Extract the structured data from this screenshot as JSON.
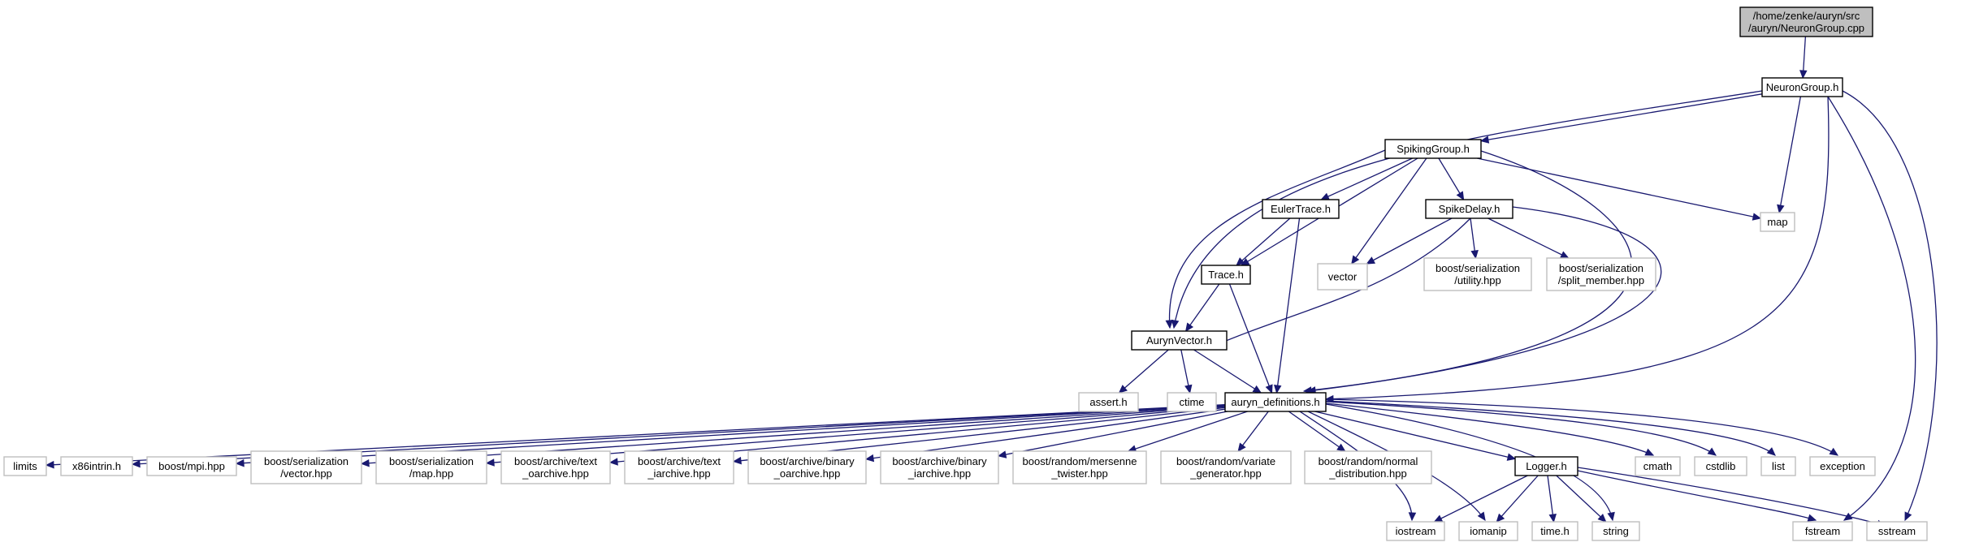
{
  "diagram": {
    "colors": {
      "edge": "#191970",
      "root_fill": "#bfbfbf",
      "local_border": "#000000",
      "system_border": "#bfbfbf"
    },
    "nodes": [
      {
        "id": "root",
        "lines": [
          "/home/zenke/auryn/src",
          "/auryn/NeuronGroup.cpp"
        ],
        "kind": "root"
      },
      {
        "id": "neurongroup",
        "lines": [
          "NeuronGroup.h"
        ],
        "kind": "local"
      },
      {
        "id": "spikinggroup",
        "lines": [
          "SpikingGroup.h"
        ],
        "kind": "local"
      },
      {
        "id": "map",
        "lines": [
          "map"
        ],
        "kind": "system"
      },
      {
        "id": "eulertrace",
        "lines": [
          "EulerTrace.h"
        ],
        "kind": "local"
      },
      {
        "id": "spikedelay",
        "lines": [
          "SpikeDelay.h"
        ],
        "kind": "local"
      },
      {
        "id": "vector",
        "lines": [
          "vector"
        ],
        "kind": "system"
      },
      {
        "id": "bs_utility",
        "lines": [
          "boost/serialization",
          "/utility.hpp"
        ],
        "kind": "system"
      },
      {
        "id": "bs_split",
        "lines": [
          "boost/serialization",
          "/split_member.hpp"
        ],
        "kind": "system"
      },
      {
        "id": "trace",
        "lines": [
          "Trace.h"
        ],
        "kind": "local"
      },
      {
        "id": "aurynvector",
        "lines": [
          "AurynVector.h"
        ],
        "kind": "local"
      },
      {
        "id": "assert",
        "lines": [
          "assert.h"
        ],
        "kind": "system"
      },
      {
        "id": "ctime",
        "lines": [
          "ctime"
        ],
        "kind": "system"
      },
      {
        "id": "defs",
        "lines": [
          "auryn_definitions.h"
        ],
        "kind": "local"
      },
      {
        "id": "limits",
        "lines": [
          "limits"
        ],
        "kind": "system"
      },
      {
        "id": "x86",
        "lines": [
          "x86intrin.h"
        ],
        "kind": "system"
      },
      {
        "id": "mpi",
        "lines": [
          "boost/mpi.hpp"
        ],
        "kind": "system"
      },
      {
        "id": "bs_vector",
        "lines": [
          "boost/serialization",
          "/vector.hpp"
        ],
        "kind": "system"
      },
      {
        "id": "bs_map",
        "lines": [
          "boost/serialization",
          "/map.hpp"
        ],
        "kind": "system"
      },
      {
        "id": "ba_text_o",
        "lines": [
          "boost/archive/text",
          "_oarchive.hpp"
        ],
        "kind": "system"
      },
      {
        "id": "ba_text_i",
        "lines": [
          "boost/archive/text",
          "_iarchive.hpp"
        ],
        "kind": "system"
      },
      {
        "id": "ba_bin_o",
        "lines": [
          "boost/archive/binary",
          "_oarchive.hpp"
        ],
        "kind": "system"
      },
      {
        "id": "ba_bin_i",
        "lines": [
          "boost/archive/binary",
          "_iarchive.hpp"
        ],
        "kind": "system"
      },
      {
        "id": "br_mt",
        "lines": [
          "boost/random/mersenne",
          "_twister.hpp"
        ],
        "kind": "system"
      },
      {
        "id": "br_vg",
        "lines": [
          "boost/random/variate",
          "_generator.hpp"
        ],
        "kind": "system"
      },
      {
        "id": "br_nd",
        "lines": [
          "boost/random/normal",
          "_distribution.hpp"
        ],
        "kind": "system"
      },
      {
        "id": "logger",
        "lines": [
          "Logger.h"
        ],
        "kind": "local"
      },
      {
        "id": "cmath",
        "lines": [
          "cmath"
        ],
        "kind": "system"
      },
      {
        "id": "cstdlib",
        "lines": [
          "cstdlib"
        ],
        "kind": "system"
      },
      {
        "id": "list",
        "lines": [
          "list"
        ],
        "kind": "system"
      },
      {
        "id": "exception",
        "lines": [
          "exception"
        ],
        "kind": "system"
      },
      {
        "id": "iostream",
        "lines": [
          "iostream"
        ],
        "kind": "system"
      },
      {
        "id": "iomanip",
        "lines": [
          "iomanip"
        ],
        "kind": "system"
      },
      {
        "id": "timeh",
        "lines": [
          "time.h"
        ],
        "kind": "system"
      },
      {
        "id": "string",
        "lines": [
          "string"
        ],
        "kind": "system"
      },
      {
        "id": "fstream",
        "lines": [
          "fstream"
        ],
        "kind": "system"
      },
      {
        "id": "sstream",
        "lines": [
          "sstream"
        ],
        "kind": "system"
      }
    ],
    "edges": [
      [
        "root",
        "neurongroup"
      ],
      [
        "neurongroup",
        "spikinggroup"
      ],
      [
        "neurongroup",
        "aurynvector"
      ],
      [
        "neurongroup",
        "map"
      ],
      [
        "neurongroup",
        "defs"
      ],
      [
        "neurongroup",
        "fstream"
      ],
      [
        "neurongroup",
        "sstream"
      ],
      [
        "spikinggroup",
        "eulertrace"
      ],
      [
        "spikinggroup",
        "spikedelay"
      ],
      [
        "spikinggroup",
        "vector"
      ],
      [
        "spikinggroup",
        "map"
      ],
      [
        "spikinggroup",
        "trace"
      ],
      [
        "spikinggroup",
        "aurynvector"
      ],
      [
        "spikinggroup",
        "defs"
      ],
      [
        "eulertrace",
        "trace"
      ],
      [
        "eulertrace",
        "defs"
      ],
      [
        "spikedelay",
        "vector"
      ],
      [
        "spikedelay",
        "bs_utility"
      ],
      [
        "spikedelay",
        "bs_split"
      ],
      [
        "spikedelay",
        "aurynvector"
      ],
      [
        "spikedelay",
        "defs"
      ],
      [
        "trace",
        "aurynvector"
      ],
      [
        "trace",
        "defs"
      ],
      [
        "aurynvector",
        "assert"
      ],
      [
        "aurynvector",
        "ctime"
      ],
      [
        "aurynvector",
        "defs"
      ],
      [
        "defs",
        "limits"
      ],
      [
        "defs",
        "x86"
      ],
      [
        "defs",
        "mpi"
      ],
      [
        "defs",
        "bs_vector"
      ],
      [
        "defs",
        "bs_map"
      ],
      [
        "defs",
        "ba_text_o"
      ],
      [
        "defs",
        "ba_text_i"
      ],
      [
        "defs",
        "ba_bin_o"
      ],
      [
        "defs",
        "ba_bin_i"
      ],
      [
        "defs",
        "br_mt"
      ],
      [
        "defs",
        "br_vg"
      ],
      [
        "defs",
        "br_nd"
      ],
      [
        "defs",
        "logger"
      ],
      [
        "defs",
        "cmath"
      ],
      [
        "defs",
        "cstdlib"
      ],
      [
        "defs",
        "list"
      ],
      [
        "defs",
        "exception"
      ],
      [
        "defs",
        "iostream"
      ],
      [
        "defs",
        "iomanip"
      ],
      [
        "defs",
        "string"
      ],
      [
        "logger",
        "iostream"
      ],
      [
        "logger",
        "iomanip"
      ],
      [
        "logger",
        "timeh"
      ],
      [
        "logger",
        "string"
      ],
      [
        "logger",
        "fstream"
      ],
      [
        "logger",
        "sstream"
      ]
    ]
  }
}
